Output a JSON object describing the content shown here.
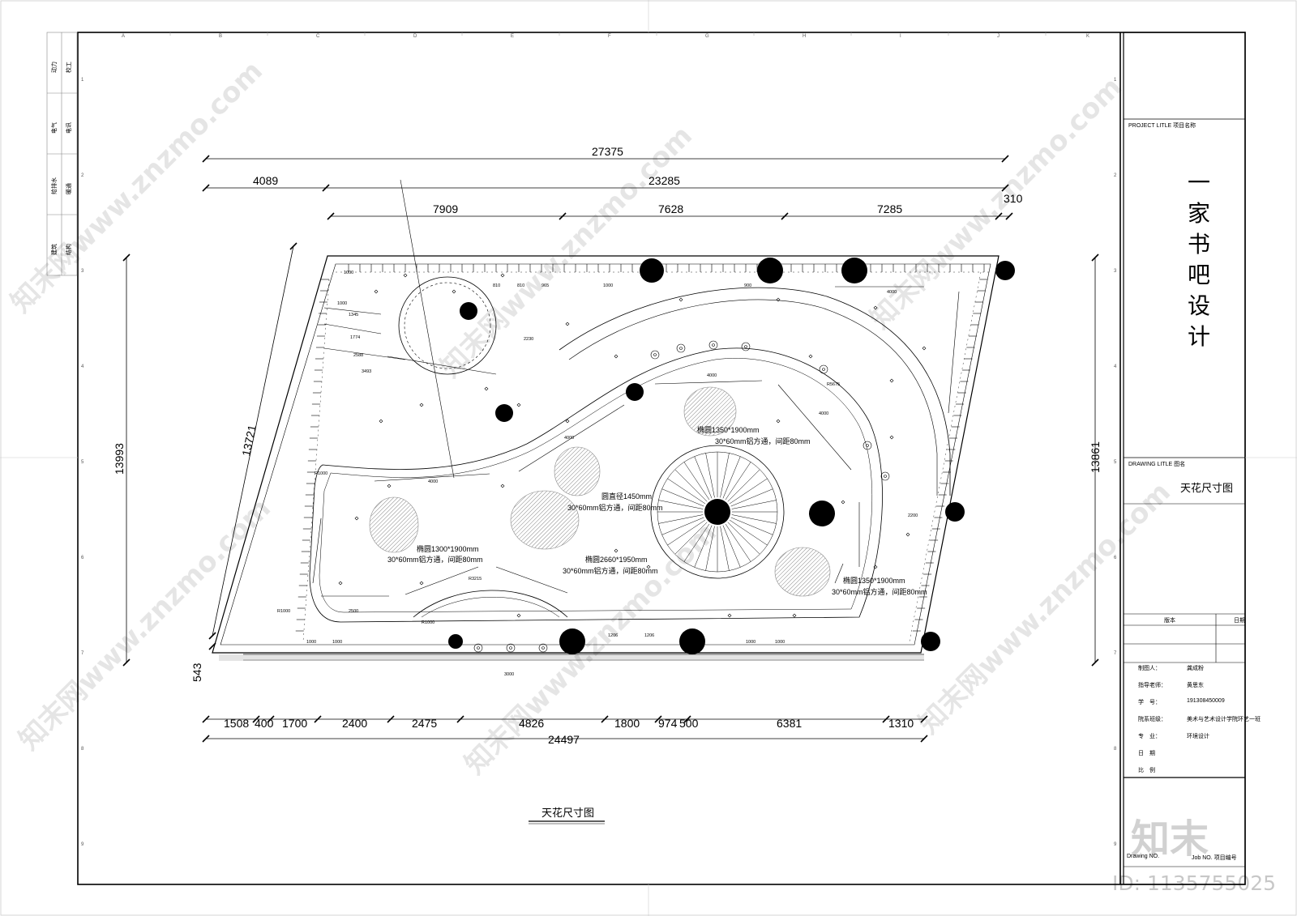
{
  "sheet": {
    "column_letters": [
      "A",
      "B",
      "C",
      "D",
      "E",
      "F",
      "G",
      "H",
      "I",
      "J",
      "K"
    ],
    "row_numbers": [
      "1",
      "2",
      "3",
      "4",
      "5",
      "6",
      "7",
      "8",
      "9"
    ],
    "left_stamp_labels": [
      "动力",
      "校工",
      "电气",
      "电讯",
      "给排水",
      "暖通",
      "建筑",
      "结构"
    ]
  },
  "title_block": {
    "project_label": "PROJECT LITLE  项目名称",
    "project_name": [
      "一",
      "家",
      "书",
      "吧",
      "设",
      "计"
    ],
    "drawing_label": "DRAWING LITLE  图名",
    "drawing_name": "天花尺寸图",
    "version_label": "版本",
    "date_col_label": "日期",
    "rows": [
      {
        "label": "制图人：",
        "value": "龚成粉"
      },
      {
        "label": "指导老师：",
        "value": "黄思东"
      },
      {
        "label": "学　号：",
        "value": "191308450009"
      },
      {
        "label": "院系班级：",
        "value": "美术与艺术设计学院环艺一班"
      },
      {
        "label": "专　业：",
        "value": "环境设计"
      },
      {
        "label": "日　期",
        "value": ""
      },
      {
        "label": "比　例",
        "value": ""
      }
    ],
    "drawing_no_label": "Drawing NO.",
    "job_label": "Job NO.  项目编号"
  },
  "plan": {
    "caption": "天花尺寸图",
    "top_dims": {
      "overall": "27375",
      "second": [
        "4089",
        "23285"
      ],
      "third": [
        "7909",
        "7628",
        "7285",
        "310"
      ]
    },
    "left_dims": [
      "13993",
      "13721",
      "543"
    ],
    "right_dim": "13861",
    "bottom_dims": {
      "segments": [
        "1508",
        "400",
        "1700",
        "2400",
        "2475",
        "4826",
        "1800",
        "974",
        "500",
        "6381",
        "1310"
      ],
      "overall": "24497"
    },
    "annotations": [
      "椭圆1350*1900mm",
      "30*60mm铝方通，间距80mm",
      "圆直径1450mm",
      "30*60mm铝方通，间距80mm",
      "椭圆1300*1900mm",
      "30*60mm铝方通，间距80mm",
      "椭圆2660*1950mm",
      "30*60mm铝方通，间距80mm",
      "椭圆1350*1900mm",
      "30*60mm铝方通，间距80mm"
    ],
    "small_dims": [
      "1000",
      "1000",
      "1345",
      "1774",
      "2588",
      "3493",
      "2230",
      "1000",
      "810",
      "810",
      "965",
      "4000",
      "900",
      "4000",
      "4000",
      "4000",
      "2500",
      "1000",
      "1000",
      "1000",
      "1000",
      "3000",
      "1206",
      "1206",
      "4000",
      "2200",
      "R1000",
      "R1000",
      "R1000",
      "R5675",
      "R3215"
    ]
  },
  "watermark": {
    "brand": "知末",
    "id_text": "ID: 1135755025",
    "diag_text": "知末网www.znzmo.com"
  }
}
